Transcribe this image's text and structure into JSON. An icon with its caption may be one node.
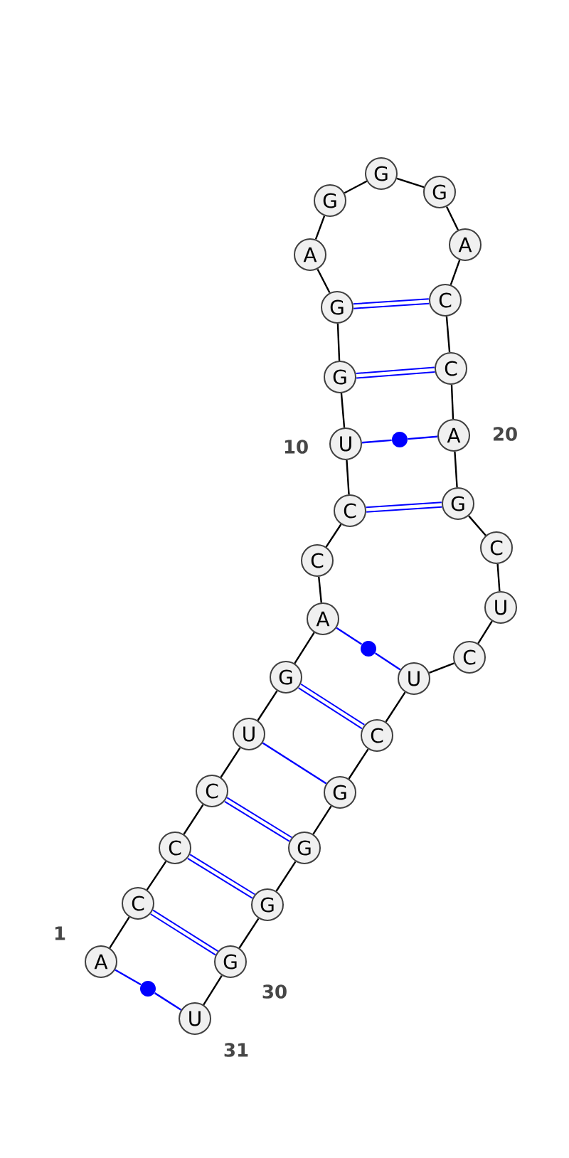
{
  "diagram": {
    "nodes": [
      {
        "text": [
          "A"
        ],
        "beside": [
          "1"
        ]
      },
      {
        "text": [
          "C"
        ]
      },
      {
        "text": [
          "C"
        ]
      },
      {
        "text": [
          "C"
        ]
      },
      {
        "text": [
          "U"
        ]
      },
      {
        "text": [
          "G"
        ]
      },
      {
        "text": [
          "A"
        ]
      },
      {
        "text": [
          "C"
        ]
      },
      {
        "text": [
          "C"
        ]
      },
      {
        "text": [
          "U"
        ],
        "beside": [
          "10"
        ]
      },
      {
        "text": [
          "G"
        ]
      },
      {
        "text": [
          "G"
        ]
      },
      {
        "text": [
          "A"
        ]
      },
      {
        "text": [
          "G"
        ]
      },
      {
        "text": [
          "G"
        ]
      },
      {
        "text": [
          "G"
        ]
      },
      {
        "text": [
          "A"
        ]
      },
      {
        "text": [
          "C"
        ]
      },
      {
        "text": [
          "C"
        ]
      },
      {
        "text": [
          "A"
        ],
        "beside": [
          "20"
        ]
      },
      {
        "text": [
          "G"
        ]
      },
      {
        "text": [
          "C"
        ]
      },
      {
        "text": [
          "U"
        ]
      },
      {
        "text": [
          "C"
        ]
      },
      {
        "text": [
          "U"
        ]
      },
      {
        "text": [
          "C"
        ]
      },
      {
        "text": [
          "G"
        ]
      },
      {
        "text": [
          "G"
        ]
      },
      {
        "text": [
          "G"
        ]
      },
      {
        "text": [
          "G"
        ],
        "beside": [
          "30"
        ]
      },
      {
        "text": [
          "U"
        ],
        "beside": [
          "31"
        ]
      },
      {
        "text": [],
        "shape": "circle"
      },
      {
        "text": [],
        "shape": "circle"
      },
      {
        "text": [],
        "shape": "circle"
      }
    ],
    "edges": [
      {
        "from": 0,
        "to": 1,
        "arrow": "none"
      },
      {
        "from": 1,
        "to": 2,
        "arrow": "none"
      },
      {
        "from": 2,
        "to": 3,
        "arrow": "none"
      },
      {
        "from": 3,
        "to": 4,
        "arrow": "none"
      },
      {
        "from": 4,
        "to": 5,
        "arrow": "none"
      },
      {
        "from": 5,
        "to": 6,
        "arrow": "none"
      },
      {
        "from": 6,
        "to": 7,
        "arrow": "none"
      },
      {
        "from": 7,
        "to": 8,
        "arrow": "none"
      },
      {
        "from": 8,
        "to": 9,
        "arrow": "none"
      },
      {
        "from": 9,
        "to": 10,
        "arrow": "none"
      },
      {
        "from": 10,
        "to": 11,
        "arrow": "none"
      },
      {
        "from": 11,
        "to": 12,
        "arrow": "none"
      },
      {
        "from": 12,
        "to": 13,
        "arrow": "none"
      },
      {
        "from": 13,
        "to": 14,
        "arrow": "none"
      },
      {
        "from": 14,
        "to": 15,
        "arrow": "none"
      },
      {
        "from": 15,
        "to": 16,
        "arrow": "none"
      },
      {
        "from": 16,
        "to": 17,
        "arrow": "none"
      },
      {
        "from": 17,
        "to": 18,
        "arrow": "none"
      },
      {
        "from": 18,
        "to": 19,
        "arrow": "none"
      },
      {
        "from": 19,
        "to": 20,
        "arrow": "none"
      },
      {
        "from": 20,
        "to": 21,
        "arrow": "none"
      },
      {
        "from": 21,
        "to": 22,
        "arrow": "none"
      },
      {
        "from": 22,
        "to": 23,
        "arrow": "none"
      },
      {
        "from": 23,
        "to": 24,
        "arrow": "none"
      },
      {
        "from": 24,
        "to": 25,
        "arrow": "none"
      },
      {
        "from": 25,
        "to": 26,
        "arrow": "none"
      },
      {
        "from": 26,
        "to": 27,
        "arrow": "none"
      },
      {
        "from": 27,
        "to": 28,
        "arrow": "none"
      },
      {
        "from": 28,
        "to": 29,
        "arrow": "none"
      },
      {
        "from": 29,
        "to": 30,
        "arrow": "none"
      },
      {
        "from": 0,
        "to": 33,
        "arrow": "none",
        "color": "#0000ff"
      },
      {
        "from": 33,
        "to": 30,
        "arrow": "none",
        "color": "#0000ff"
      },
      {
        "from": 1,
        "to": 29,
        "arrow": "none",
        "style": "thick",
        "color": "#0000ff"
      },
      {
        "from": 2,
        "to": 28,
        "arrow": "none",
        "style": "thick",
        "color": "#0000ff"
      },
      {
        "from": 3,
        "to": 27,
        "arrow": "none",
        "style": "thick",
        "color": "#0000ff"
      },
      {
        "from": 4,
        "to": 26,
        "arrow": "none",
        "color": "#0000ff"
      },
      {
        "from": 5,
        "to": 25,
        "arrow": "none",
        "style": "thick",
        "color": "#0000ff"
      },
      {
        "from": 6,
        "to": 32,
        "arrow": "none",
        "color": "#0000ff"
      },
      {
        "from": 32,
        "to": 24,
        "arrow": "none",
        "color": "#0000ff"
      },
      {
        "from": 8,
        "to": 20,
        "arrow": "none",
        "style": "thick",
        "color": "#0000ff"
      },
      {
        "from": 9,
        "to": 31,
        "arrow": "none",
        "color": "#0000ff"
      },
      {
        "from": 31,
        "to": 19,
        "arrow": "none",
        "color": "#0000ff"
      },
      {
        "from": 10,
        "to": 18,
        "arrow": "none",
        "style": "thick",
        "color": "#0000ff"
      },
      {
        "from": 11,
        "to": 17,
        "arrow": "none",
        "style": "thick",
        "color": "#0000ff"
      }
    ]
  }
}
